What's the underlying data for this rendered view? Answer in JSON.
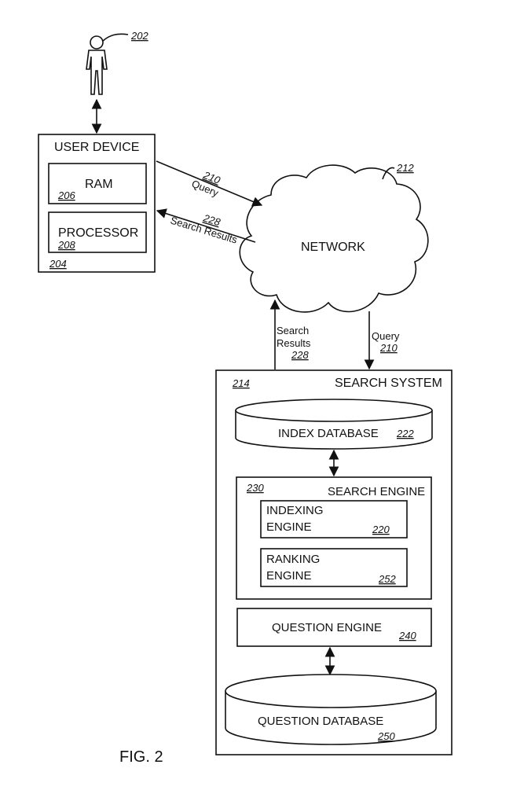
{
  "user": {
    "ref": "202"
  },
  "user_device": {
    "title": "USER DEVICE",
    "ref": "204",
    "ram": {
      "label": "RAM",
      "ref": "206"
    },
    "processor": {
      "label": "PROCESSOR",
      "ref": "208"
    }
  },
  "network": {
    "label": "NETWORK",
    "ref": "212"
  },
  "edges": {
    "query_out": {
      "ref": "210",
      "label": "Query"
    },
    "results_in": {
      "ref": "228",
      "label": "Search Results"
    },
    "results_up": {
      "line1": "Search",
      "line2": "Results",
      "ref": "228"
    },
    "query_down": {
      "label": "Query",
      "ref": "210"
    }
  },
  "search_system": {
    "title": "SEARCH SYSTEM",
    "ref": "214",
    "index_db": {
      "label": "INDEX DATABASE",
      "ref": "222"
    },
    "search_engine": {
      "title": "SEARCH ENGINE",
      "ref": "230",
      "indexing": {
        "line1": "INDEXING",
        "line2": "ENGINE",
        "ref": "220"
      },
      "ranking": {
        "line1": "RANKING",
        "line2": "ENGINE",
        "ref": "252"
      }
    },
    "question_engine": {
      "label": "QUESTION ENGINE",
      "ref": "240"
    },
    "question_db": {
      "label": "QUESTION DATABASE",
      "ref": "250"
    }
  },
  "caption": "FIG. 2"
}
